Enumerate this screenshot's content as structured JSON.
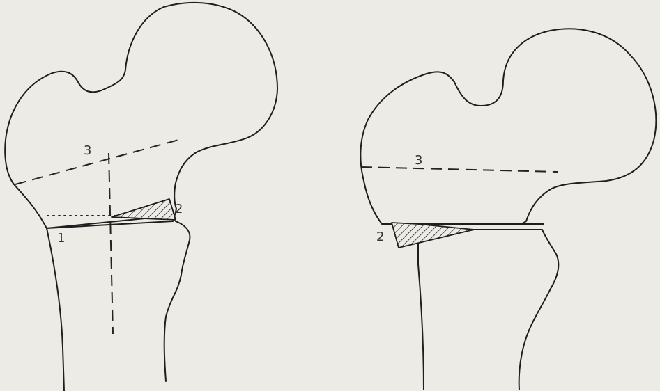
{
  "left_figure": {
    "labels": {
      "cut_start": "1",
      "wedge": "2",
      "axis": "3"
    }
  },
  "right_figure": {
    "labels": {
      "wedge": "2",
      "axis": "3"
    }
  },
  "colors": {
    "background": "#ecebe6",
    "ink": "#1e1e1e"
  }
}
